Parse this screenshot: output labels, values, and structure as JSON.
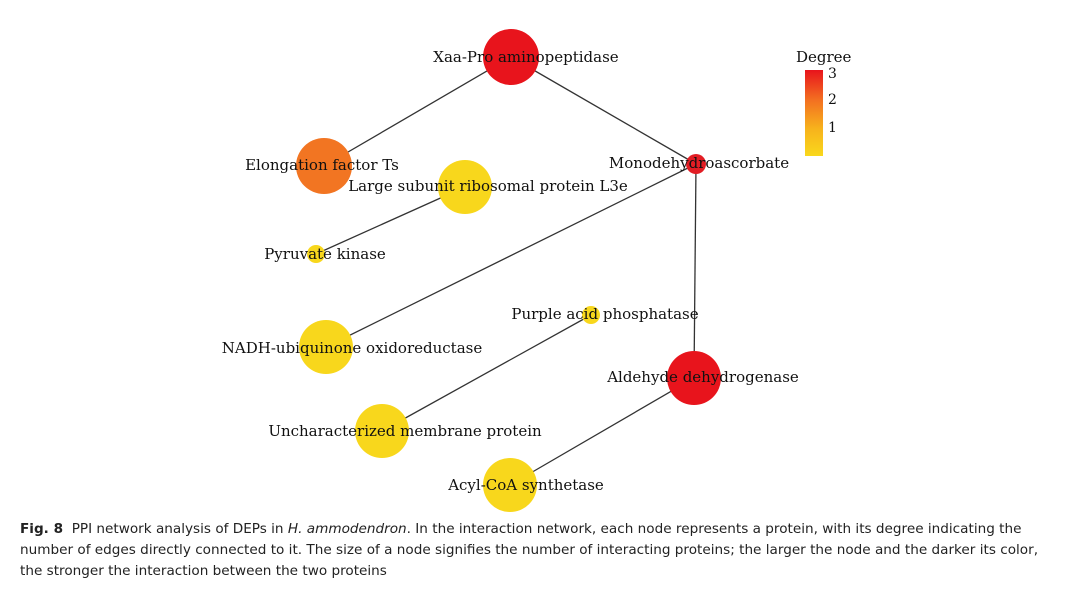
{
  "graph": {
    "nodes": [
      {
        "id": "xaa",
        "label": "Xaa-Pro aminopeptidase",
        "degree": 3
      },
      {
        "id": "mono",
        "label": "Monodehydroascorbate",
        "degree": 3
      },
      {
        "id": "ef",
        "label": "Elongation factor Ts",
        "degree": 2
      },
      {
        "id": "l3e",
        "label": "Large subunit ribosomal protein L3e",
        "degree": 1
      },
      {
        "id": "pk",
        "label": "Pyruvate kinase",
        "degree": 1
      },
      {
        "id": "nadh",
        "label": "NADH-ubiquinone oxidoreductase",
        "degree": 1
      },
      {
        "id": "pap",
        "label": "Purple acid phosphatase",
        "degree": 1
      },
      {
        "id": "ald",
        "label": "Aldehyde dehydrogenase",
        "degree": 3
      },
      {
        "id": "ump",
        "label": "Uncharacterized membrane protein",
        "degree": 1
      },
      {
        "id": "acyl",
        "label": "Acyl-CoA synthetase",
        "degree": 1
      }
    ],
    "edges": [
      [
        "xaa",
        "ef"
      ],
      [
        "xaa",
        "mono"
      ],
      [
        "l3e",
        "pk"
      ],
      [
        "mono",
        "nadh"
      ],
      [
        "mono",
        "ald"
      ],
      [
        "pap",
        "ump"
      ],
      [
        "ald",
        "acyl"
      ]
    ]
  },
  "legend": {
    "title": "Degree",
    "ticks": [
      "3",
      "2",
      "1"
    ],
    "colors": [
      "#e8141c",
      "#f37021",
      "#f7b21c",
      "#f9d81c"
    ]
  },
  "caption": {
    "fig_label": "Fig. 8",
    "text_before_species": "PPI network analysis of DEPs in",
    "species": "H. ammodendron",
    "text_after_species": ". In the interaction network, each node represents a protein, with its degree indicating the number of edges directly connected to it. The size of a node signifies the number of interacting proteins; the larger the node and the darker its color, the stronger the interaction between the two proteins"
  }
}
